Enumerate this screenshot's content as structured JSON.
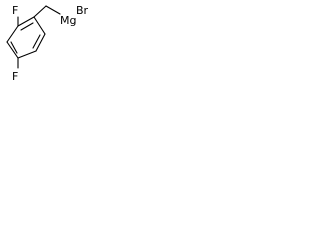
{
  "molecule": {
    "atoms": {
      "fluorine_top": "F",
      "fluorine_bottom": "F",
      "magnesium": "Mg",
      "bromine": "Br"
    }
  },
  "colors": {
    "bond": "#000000",
    "label": "#000000",
    "background": "#ffffff"
  }
}
